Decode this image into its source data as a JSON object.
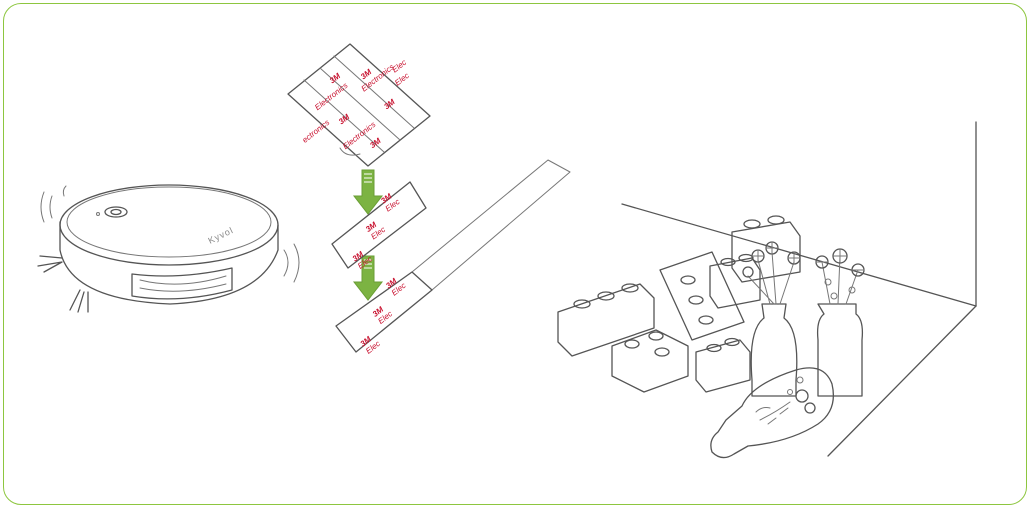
{
  "colors": {
    "frame": "#8dc63f",
    "arrow": "#7cb342",
    "tape_text": "#c8102e",
    "line_art": "#555555"
  },
  "robot": {
    "brand_label": "Kyvol"
  },
  "tape_sheet": {
    "labels": [
      "3M",
      "Electronics",
      "3M",
      "Electronics",
      "3M",
      "Elec",
      "ectronics",
      "3M",
      "Electronics",
      "3M",
      "Elec"
    ]
  },
  "tape_strip_1": {
    "labels": [
      "3M",
      "Elec",
      "3M",
      "Elec",
      "3M",
      "Elec"
    ]
  },
  "tape_strip_2": {
    "labels": [
      "3M",
      "Elec",
      "3M",
      "Elec",
      "3M",
      "Elec"
    ]
  }
}
